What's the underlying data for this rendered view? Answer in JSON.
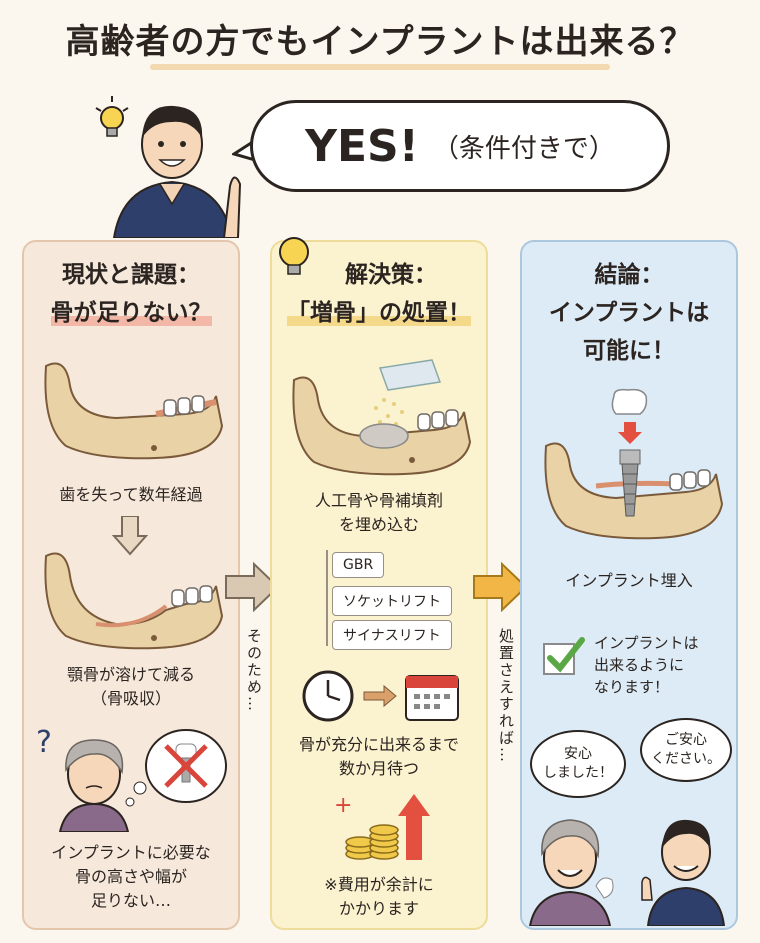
{
  "title": "高齢者の方でもインプラントは出来る？",
  "bubble": {
    "yes": "YES!",
    "condition": "（条件付きで）"
  },
  "panel1": {
    "heading1": "現状と課題：",
    "heading2": "骨が足りない？",
    "cap1": "歯を失って数年経過",
    "cap2a": "顎骨が溶けて減る",
    "cap2b": "（骨吸収）",
    "cap3a": "インプラントに必要な",
    "cap3b": "骨の高さや幅が",
    "cap3c": "足りない…"
  },
  "connector1": "そのため…",
  "panel2": {
    "heading1": "解決策：",
    "heading2": "「増骨」の処置！",
    "cap1a": "人工骨や骨補填剤",
    "cap1b": "を埋め込む",
    "tags": [
      "GBR",
      "ソケットリフト",
      "サイナスリフト"
    ],
    "cap2a": "骨が充分に出来るまで",
    "cap2b": "数か月待つ",
    "cap3a": "※費用が余計に",
    "cap3b": "かかります"
  },
  "connector2": "処置さえすれば…",
  "panel3": {
    "heading1": "結論：",
    "heading2": "インプラントは",
    "heading3": "可能に！",
    "cap1": "インプラント埋入",
    "check1": "インプラントは",
    "check2": "出来るように",
    "check3": "なります！",
    "speech_patient1": "安心",
    "speech_patient2": "しました！",
    "speech_doctor1": "ご安心",
    "speech_doctor2": "ください。"
  },
  "colors": {
    "bone": "#e9d3a6",
    "gum": "#d9b07a",
    "check": "#5aa845",
    "arrow": "#f2b646"
  }
}
